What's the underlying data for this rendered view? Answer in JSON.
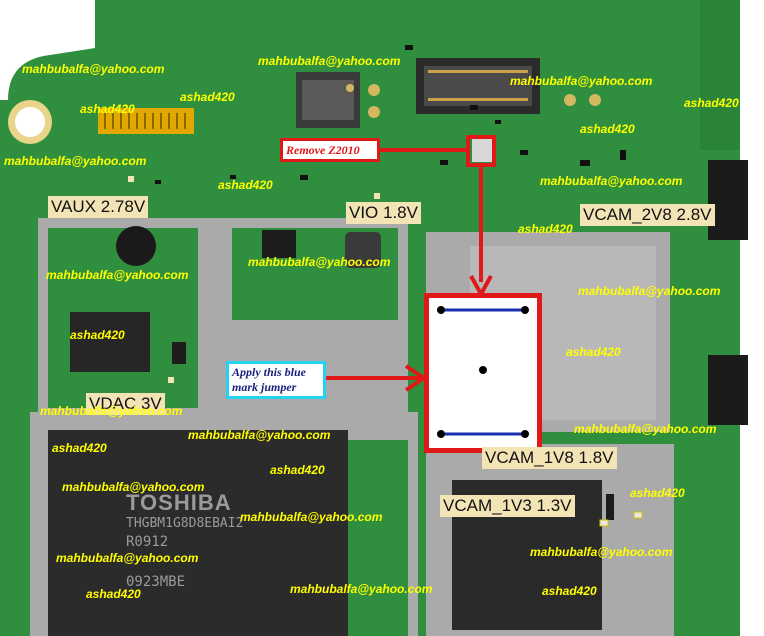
{
  "labels": {
    "vaux": "VAUX 2.78V",
    "vio": "VIO 1.8V",
    "vcam_2v8": "VCAM_2V8 2.8V",
    "vdac": "VDAC 3V",
    "vcam_1v8": "VCAM_1V8 1.8V",
    "vcam_1v3": "VCAM_1V3 1.3V"
  },
  "callouts": {
    "remove": "Remove Z2010",
    "apply": "Apply this blue mark jumper"
  },
  "chip_text": {
    "toshiba": "TOSHIBA",
    "part": "THGBM1G8D8EBAI2",
    "lot": "R0912",
    "code": "0923MBE"
  },
  "watermarks": {
    "email": "mahbubalfa@yahoo.com",
    "handle": "ashad420"
  },
  "colors": {
    "pcb_green": "#2f8f3e",
    "annotation_red": "#e01818",
    "jumper_blue": "#1a2fb0",
    "label_bg": "#f3e4b5",
    "watermark_yellow": "#ffff00",
    "callout_cyan": "#22d4f0"
  }
}
